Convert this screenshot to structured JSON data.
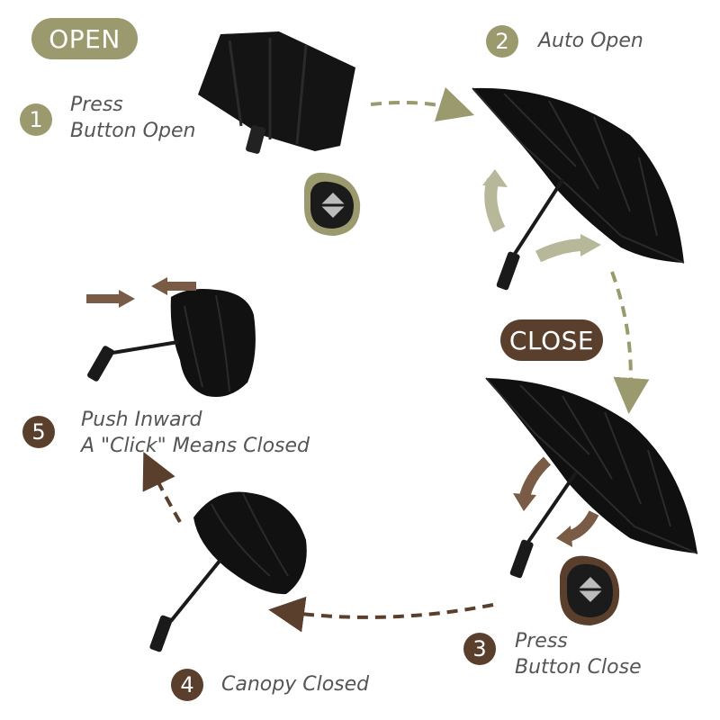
{
  "colors": {
    "open_accent": "#9a9a6e",
    "close_accent": "#5b3f2d",
    "caption": "#555555",
    "umbrella": "#111111"
  },
  "badges": {
    "open": "OPEN",
    "close": "CLOSE"
  },
  "steps": [
    {
      "num": "1",
      "line1": "Press",
      "line2": "Button Open"
    },
    {
      "num": "2",
      "line1": "Auto Open"
    },
    {
      "num": "3",
      "line1": "Press",
      "line2": "Button Close"
    },
    {
      "num": "4",
      "line1": "Canopy Closed"
    },
    {
      "num": "5",
      "line1": "Push Inward",
      "line2": "A \"Click\" Means Closed"
    }
  ],
  "icons": [
    "button-icon",
    "curved-arrow-icon",
    "dashed-arrow-icon"
  ]
}
